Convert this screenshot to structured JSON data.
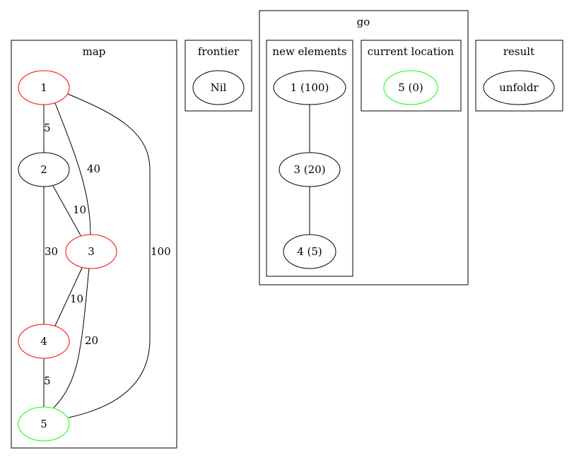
{
  "colors": {
    "highlight_red": "#ff0000",
    "highlight_green": "#00ff00",
    "default": "#000000"
  },
  "clusters": {
    "map": {
      "label": "map",
      "nodes": {
        "n1": {
          "label": "1",
          "color": "#ff0000"
        },
        "n2": {
          "label": "2",
          "color": "#000000"
        },
        "n3": {
          "label": "3",
          "color": "#ff0000"
        },
        "n4": {
          "label": "4",
          "color": "#ff0000"
        },
        "n5": {
          "label": "5",
          "color": "#00ff00"
        }
      },
      "edges": [
        {
          "from": "1",
          "to": "2",
          "weight": "5"
        },
        {
          "from": "1",
          "to": "3",
          "weight": "40"
        },
        {
          "from": "1",
          "to": "5",
          "weight": "100"
        },
        {
          "from": "2",
          "to": "3",
          "weight": "10"
        },
        {
          "from": "2",
          "to": "4",
          "weight": "30"
        },
        {
          "from": "3",
          "to": "4",
          "weight": "10"
        },
        {
          "from": "3",
          "to": "5",
          "weight": "20"
        },
        {
          "from": "4",
          "to": "5",
          "weight": "5"
        }
      ]
    },
    "frontier": {
      "label": "frontier",
      "nodes": {
        "nil": {
          "label": "Nil",
          "color": "#000000"
        }
      }
    },
    "go": {
      "label": "go",
      "new_elements": {
        "label": "new elements",
        "nodes": {
          "a": {
            "label": "1 (100)",
            "color": "#000000"
          },
          "b": {
            "label": "3 (20)",
            "color": "#000000"
          },
          "c": {
            "label": "4 (5)",
            "color": "#000000"
          }
        }
      },
      "current_location": {
        "label": "current location",
        "nodes": {
          "cur": {
            "label": "5 (0)",
            "color": "#00ff00"
          }
        }
      }
    },
    "result": {
      "label": "result",
      "nodes": {
        "unfoldr": {
          "label": "unfoldr",
          "color": "#000000"
        }
      }
    }
  }
}
